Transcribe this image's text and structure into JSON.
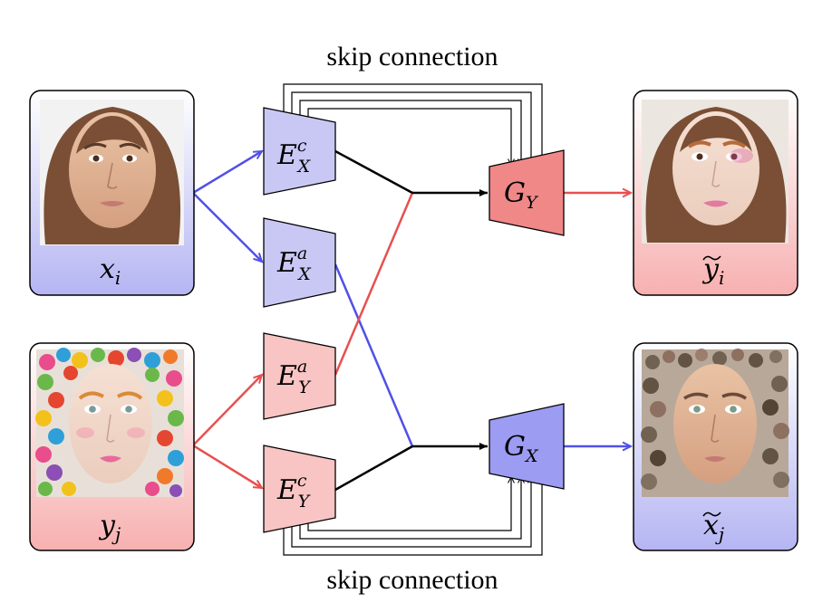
{
  "captions": {
    "skip_top": "skip connection",
    "skip_bottom": "skip connection"
  },
  "cards": {
    "xi": {
      "base": "x",
      "sub": "i",
      "tilde": false,
      "label": "x_i"
    },
    "yj": {
      "base": "y",
      "sub": "j",
      "tilde": false,
      "label": "y_j"
    },
    "yti": {
      "base": "y",
      "sub": "i",
      "tilde": true,
      "label": "~y_i"
    },
    "xtj": {
      "base": "x",
      "sub": "j",
      "tilde": true,
      "label": "~x_j"
    }
  },
  "encoders": {
    "exc": {
      "base": "E",
      "sup": "c",
      "sub": "X"
    },
    "exa": {
      "base": "E",
      "sup": "a",
      "sub": "X"
    },
    "eya": {
      "base": "E",
      "sup": "a",
      "sub": "Y"
    },
    "eyc": {
      "base": "E",
      "sup": "c",
      "sub": "Y"
    }
  },
  "decoders": {
    "gy": {
      "base": "G",
      "sub": "Y"
    },
    "gx": {
      "base": "G",
      "sub": "X"
    }
  },
  "colors": {
    "blue_fill": "#c9c8f5",
    "red_fill": "#f8c4c4",
    "blue_line": "#5050e8",
    "red_line": "#e85050",
    "gy_fill": "#f08888",
    "gx_fill": "#9c9cf2",
    "card_blue": "#b5b5f3",
    "card_red": "#f7b0b0"
  },
  "images": {
    "xi": "face photo",
    "yj": "face photo with colorful pompom headdress",
    "yti": "face photo with transferred makeup",
    "xtj": "face photo with transferred appearance"
  }
}
